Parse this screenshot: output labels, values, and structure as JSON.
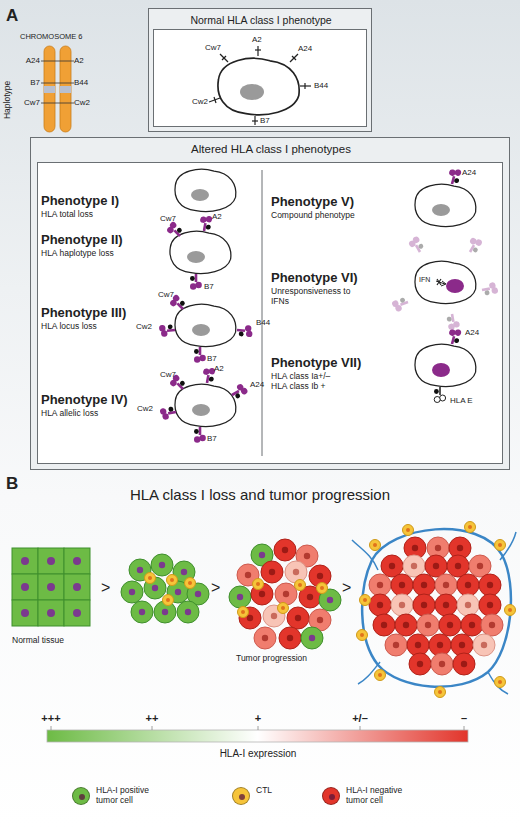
{
  "diagram": {
    "nodes": [
      {
        "text": [
          "Normal HLA class I phenotype"
        ]
      },
      {
        "text": [
          "Altered HLA class I phenotypes",
          "Phenotype I)",
          "HLA total loss",
          "Phenotype II)",
          "HLA haplotype loss",
          "Phenotype III)",
          "HLA locus loss",
          "Phenotype IV)",
          "HLA allelic loss",
          "Phenotype V)",
          "Compound phenotype",
          "Phenotype VI)",
          "Unresponsiveness to IFNs",
          "Phenotype VII)",
          "HLA class Ia+/– HLA class Ib +"
        ]
      }
    ],
    "labels": [
      "A",
      "CHROMOSOME 6",
      "Haplotype",
      "A24",
      "B7",
      "Cw7",
      "A2",
      "B44",
      "Cw2",
      "A2",
      "A24",
      "Cw7",
      "B44",
      "Cw2",
      "B7",
      "Cw7",
      "A2",
      "B7",
      "Cw7",
      "Cw2",
      "B44",
      "B7",
      "Cw7",
      "A2",
      "A24",
      "Cw2",
      "B7",
      "A24",
      "IFN",
      "A24",
      "HLA E",
      "B",
      "HLA class I loss and tumor progression",
      "Normal tissue",
      ">",
      ">",
      ">",
      "Tumor progression",
      "+++",
      "++",
      "+",
      "+/–",
      "–",
      "HLA-I expression"
    ],
    "legend": [
      {
        "text": "HLA-I positive tumor cell",
        "color": "#6dbb45"
      },
      {
        "text": "CTL",
        "color": "#f6c43a"
      },
      {
        "text": "HLA-I negative tumor cell",
        "color": "#e2352b"
      }
    ]
  }
}
